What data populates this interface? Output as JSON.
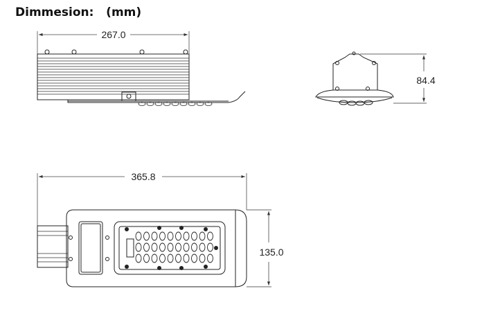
{
  "title": "Dimmesion:   (mm)",
  "dimensions": {
    "side_length": "267.0",
    "end_height": "84.4",
    "top_length": "365.8",
    "top_width": "135.0"
  }
}
